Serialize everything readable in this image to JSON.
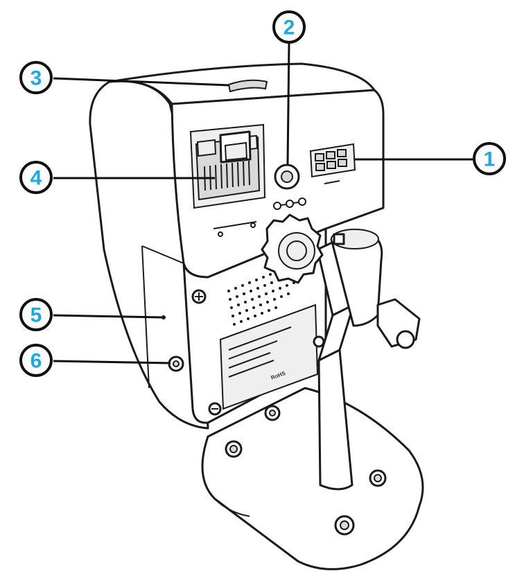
{
  "accent_color": "#1ea7e1",
  "callouts": [
    {
      "id": "1",
      "label": "1"
    },
    {
      "id": "2",
      "label": "2"
    },
    {
      "id": "3",
      "label": "3"
    },
    {
      "id": "4",
      "label": "4"
    },
    {
      "id": "5",
      "label": "5"
    },
    {
      "id": "6",
      "label": "6"
    }
  ],
  "device_label": {
    "line_bottom": "RoHS"
  }
}
